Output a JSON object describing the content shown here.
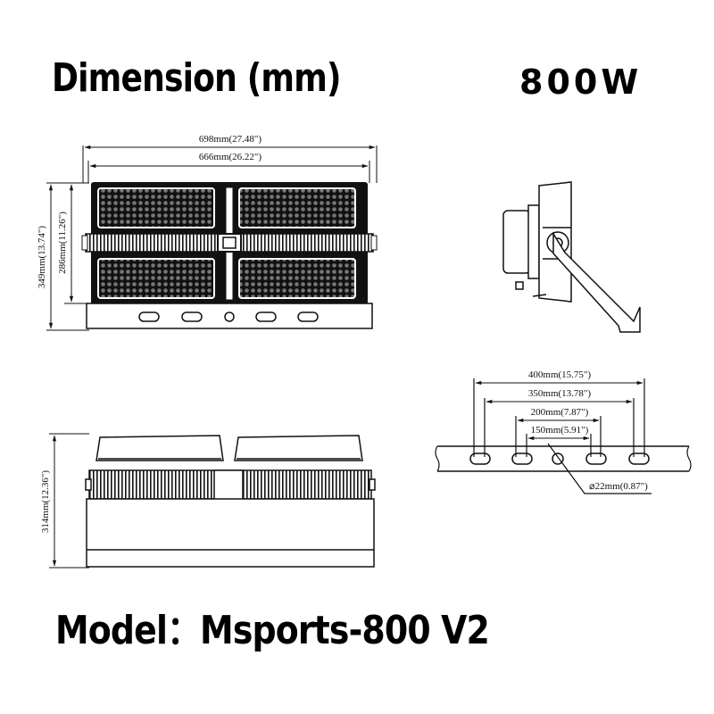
{
  "header": {
    "title": "Dimension (mm)",
    "power": "800W"
  },
  "front_view": {
    "overall_width": "698mm(27.48\")",
    "inner_width": "666mm(26.22\")",
    "overall_height": "349mm(13.74\")",
    "inner_height": "286mm(11.26\")"
  },
  "side_view": {
    "label": "side-profile-with-mount-bracket"
  },
  "bottom_view": {
    "depth": "314mm(12.36\")"
  },
  "bracket_detail": {
    "spacing_400": "400mm(15.75\")",
    "spacing_350": "350mm(13.78\")",
    "spacing_200": "200mm(7.87\")",
    "spacing_150": "150mm(5.91\")",
    "hole_diameter": "⌀22mm(0.87\")"
  },
  "footer": {
    "model": "Model：Msports-800 V2"
  },
  "colors": {
    "line": "#111111",
    "background": "#ffffff"
  }
}
